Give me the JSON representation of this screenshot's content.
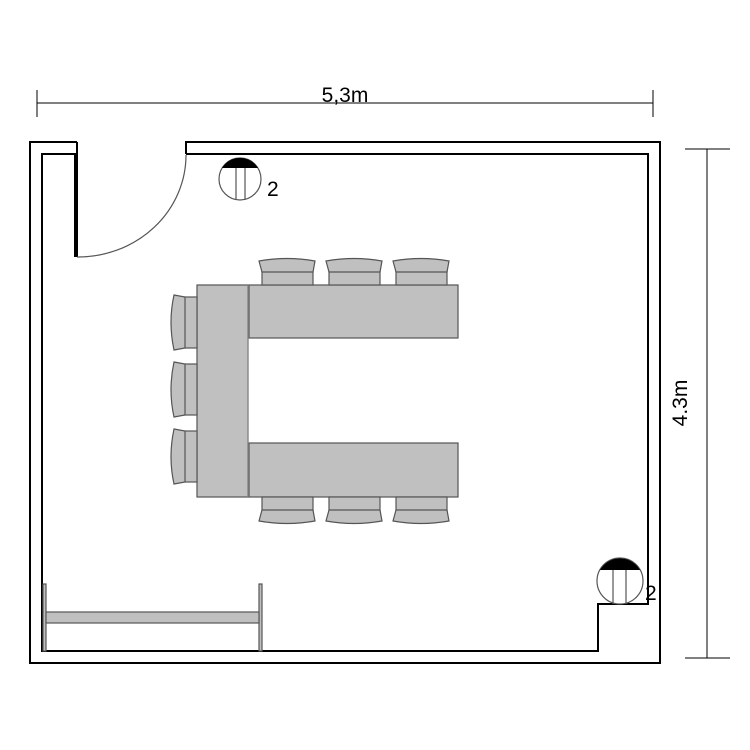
{
  "dimensions": {
    "width_label": "5,3m",
    "height_label": "4.3m"
  },
  "lamps": [
    {
      "label": "2"
    },
    {
      "label": "2"
    }
  ],
  "colors": {
    "wall": "#000000",
    "furniture_fill": "#c0c0c0",
    "furniture_stroke": "#555555"
  }
}
